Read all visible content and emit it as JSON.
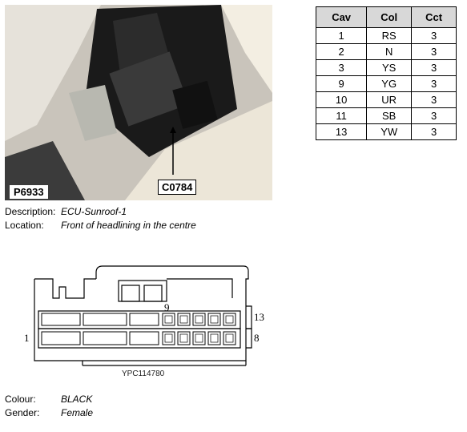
{
  "photo": {
    "id": "P6933",
    "callout": "C0784"
  },
  "pin_table": {
    "headers": [
      "Cav",
      "Col",
      "Cct"
    ],
    "rows": [
      [
        "1",
        "RS",
        "3"
      ],
      [
        "2",
        "N",
        "3"
      ],
      [
        "3",
        "YS",
        "3"
      ],
      [
        "9",
        "YG",
        "3"
      ],
      [
        "10",
        "UR",
        "3"
      ],
      [
        "11",
        "SB",
        "3"
      ],
      [
        "13",
        "YW",
        "3"
      ]
    ]
  },
  "description": {
    "label": "Description:",
    "value": "ECU-Sunroof-1"
  },
  "location": {
    "label": "Location:",
    "value": "Front of headlining in the centre"
  },
  "connector": {
    "pin_labels": {
      "top_left": "9",
      "top_right": "13",
      "bottom_left": "1",
      "bottom_right": "8"
    },
    "reference": "YPC114780"
  },
  "colour": {
    "label": "Colour:",
    "value": "BLACK"
  },
  "gender": {
    "label": "Gender:",
    "value": "Female"
  }
}
